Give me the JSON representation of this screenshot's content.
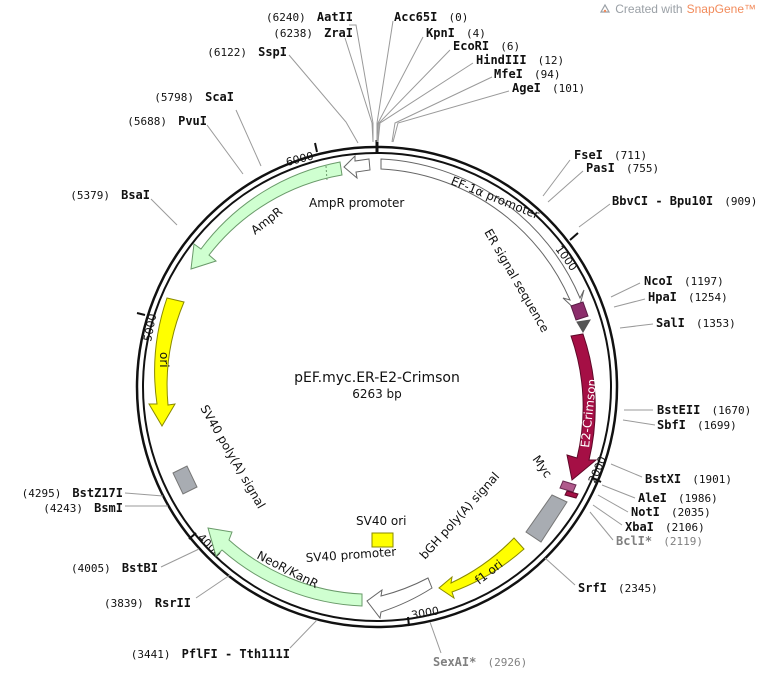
{
  "header": {
    "created_with": "Created with",
    "brand": "SnapGene™"
  },
  "map": {
    "name": "pEF.myc.ER-E2-Crimson",
    "size_text": "6263 bp",
    "length": 6263,
    "tick_labels": [
      {
        "bp": 1000,
        "label": "1000"
      },
      {
        "bp": 2000,
        "label": "2000"
      },
      {
        "bp": 3000,
        "label": "3000"
      },
      {
        "bp": 4000,
        "label": "4000"
      },
      {
        "bp": 5000,
        "label": "5000"
      },
      {
        "bp": 6000,
        "label": "6000"
      }
    ],
    "sites": [
      {
        "name": "AatII",
        "pos": "(6240)",
        "dim": false
      },
      {
        "name": "ZraI",
        "pos": "(6238)",
        "dim": false
      },
      {
        "name": "SspI",
        "pos": "(6122)",
        "dim": false
      },
      {
        "name": "Acc65I",
        "pos": "(0)",
        "dim": false
      },
      {
        "name": "KpnI",
        "pos": "(4)",
        "dim": false
      },
      {
        "name": "EcoRI",
        "pos": "(6)",
        "dim": false
      },
      {
        "name": "HindIII",
        "pos": "(12)",
        "dim": false
      },
      {
        "name": "MfeI",
        "pos": "(94)",
        "dim": false
      },
      {
        "name": "AgeI",
        "pos": "(101)",
        "dim": false
      },
      {
        "name": "ScaI",
        "pos": "(5798)",
        "dim": false
      },
      {
        "name": "PvuI",
        "pos": "(5688)",
        "dim": false
      },
      {
        "name": "BsaI",
        "pos": "(5379)",
        "dim": false
      },
      {
        "name": "FseI",
        "pos": "(711)",
        "dim": false
      },
      {
        "name": "PasI",
        "pos": "(755)",
        "dim": false
      },
      {
        "name": "BbvCI - Bpu10I",
        "pos": "(909)",
        "dim": false
      },
      {
        "name": "NcoI",
        "pos": "(1197)",
        "dim": false
      },
      {
        "name": "HpaI",
        "pos": "(1254)",
        "dim": false
      },
      {
        "name": "SalI",
        "pos": "(1353)",
        "dim": false
      },
      {
        "name": "BstEII",
        "pos": "(1670)",
        "dim": false
      },
      {
        "name": "SbfI",
        "pos": "(1699)",
        "dim": false
      },
      {
        "name": "BstXI",
        "pos": "(1901)",
        "dim": false
      },
      {
        "name": "AleI",
        "pos": "(1986)",
        "dim": false
      },
      {
        "name": "NotI",
        "pos": "(2035)",
        "dim": false
      },
      {
        "name": "XbaI",
        "pos": "(2106)",
        "dim": false
      },
      {
        "name": "BclI*",
        "pos": "(2119)",
        "dim": true
      },
      {
        "name": "SrfI",
        "pos": "(2345)",
        "dim": false
      },
      {
        "name": "SexAI*",
        "pos": "(2926)",
        "dim": true
      },
      {
        "name": "PflFI - Tth111I",
        "pos": "(3441)",
        "dim": false
      },
      {
        "name": "RsrII",
        "pos": "(3839)",
        "dim": false
      },
      {
        "name": "BstBI",
        "pos": "(4005)",
        "dim": false
      },
      {
        "name": "BstZ17I",
        "pos": "(4295)",
        "dim": false
      },
      {
        "name": "BsmI",
        "pos": "(4243)",
        "dim": false
      }
    ],
    "features": [
      {
        "label": "EF-1α promoter",
        "color": "#ffffff"
      },
      {
        "label": "ER signal sequence",
        "color": "#8b2d6b"
      },
      {
        "label": "E2-Crimson",
        "color": "#a50f45"
      },
      {
        "label": "Myc",
        "color": "#b05a8c"
      },
      {
        "label": "bGH poly(A) signal",
        "color": "#a8acb2"
      },
      {
        "label": "f1 ori",
        "color": "#ffff00"
      },
      {
        "label": "SV40 promoter",
        "color": "#ffffff"
      },
      {
        "label": "SV40 ori",
        "color": "#ffff00"
      },
      {
        "label": "NeoR/KanR",
        "color": "#cfffd0"
      },
      {
        "label": "SV40 poly(A) signal",
        "color": "#a8acb2"
      },
      {
        "label": "ori",
        "color": "#ffff00"
      },
      {
        "label": "AmpR",
        "color": "#cfffd0"
      },
      {
        "label": "AmpR promoter",
        "color": "#ffffff"
      }
    ]
  }
}
